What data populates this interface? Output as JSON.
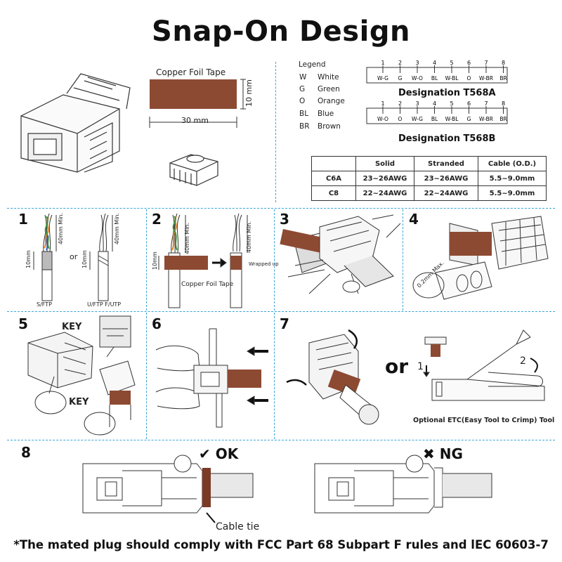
{
  "title": "Snap-On Design",
  "foil": {
    "label": "Copper Foil Tape",
    "width": "30 mm",
    "height": "10 mm"
  },
  "legend": {
    "heading": "Legend",
    "items": [
      {
        "code": "W",
        "name": "White"
      },
      {
        "code": "G",
        "name": "Green"
      },
      {
        "code": "O",
        "name": "Orange"
      },
      {
        "code": "BL",
        "name": "Blue"
      },
      {
        "code": "BR",
        "name": "Brown"
      }
    ]
  },
  "t568a": {
    "title": "Designation T568A",
    "pins": [
      "1",
      "2",
      "3",
      "4",
      "5",
      "6",
      "7",
      "8"
    ],
    "wires": [
      "W-G",
      "G",
      "W-O",
      "BL",
      "W-BL",
      "O",
      "W-BR",
      "BR"
    ]
  },
  "t568b": {
    "title": "Designation T568B",
    "pins": [
      "1",
      "2",
      "3",
      "4",
      "5",
      "6",
      "7",
      "8"
    ],
    "wires": [
      "W-O",
      "O",
      "W-G",
      "BL",
      "W-BL",
      "G",
      "W-BR",
      "BR"
    ]
  },
  "spec_table": {
    "headers": [
      "",
      "Solid",
      "Stranded",
      "Cable (O.D.)"
    ],
    "rows": [
      [
        "C6A",
        "23~26AWG",
        "23~26AWG",
        "5.5~9.0mm"
      ],
      [
        "C8",
        "22~24AWG",
        "22~24AWG",
        "5.5~9.0mm"
      ]
    ]
  },
  "steps": {
    "s1": {
      "num": "1",
      "min40a": "40mm Min.",
      "min40b": "40mm Min.",
      "mm10a": "10mm",
      "mm10b": "10mm",
      "or": "or",
      "left": "S/FTP",
      "right": "U/FTP  F/UTP"
    },
    "s2": {
      "num": "2",
      "min40a": "40mm Min.",
      "min40b": "40mm Min.",
      "mm10": "10mm",
      "foil": "Copper Foil Tape",
      "wrapped": "Wrapped up"
    },
    "s3": {
      "num": "3"
    },
    "s4": {
      "num": "4",
      "max": "0.2mm Max."
    },
    "s5": {
      "num": "5",
      "key1": "KEY",
      "key2": "KEY"
    },
    "s6": {
      "num": "6"
    },
    "s7": {
      "num": "7",
      "or": "or",
      "a1": "1",
      "a2": "2",
      "tool": "Optional ETC(Easy Tool to Crimp) Tool"
    },
    "s8": {
      "num": "8",
      "ok": "OK",
      "ng": "NG",
      "tie": "Cable tie"
    }
  },
  "footer": "*The mated plug should comply with FCC Part 68 Subpart F rules and lEC 60603-7",
  "colors": {
    "copper": "#8d4a33",
    "divider": "#3aa6d8"
  }
}
